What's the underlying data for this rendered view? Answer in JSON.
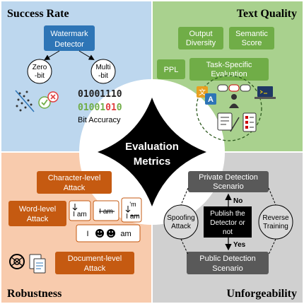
{
  "center": {
    "line1": "Evaluation",
    "line2": "Metrics"
  },
  "success_rate": {
    "title": "Success Rate",
    "detector_line1": "Watermark",
    "detector_line2": "Detector",
    "zero_bit_line1": "Zero",
    "zero_bit_line2": "-bit",
    "multi_bit_line1": "Multi",
    "multi_bit_line2": "-bit",
    "bits_row1": "01001110",
    "bits_row2": [
      "0",
      "1",
      "0",
      "0",
      "1",
      "0",
      "1",
      "0"
    ],
    "bits_row2_red": [
      5,
      6
    ],
    "bit_accuracy": "Bit Accuracy"
  },
  "text_quality": {
    "title": "Text Quality",
    "output_diversity_line1": "Output",
    "output_diversity_line2": "Diversity",
    "semantic_score_line1": "Semantic",
    "semantic_score_line2": "Score",
    "ppl": "PPL",
    "task_specific_line1": "Task-Specific",
    "task_specific_line2": "Evaluation",
    "translate_glyph_1": "文",
    "translate_glyph_2": "A"
  },
  "robustness": {
    "title": "Robustness",
    "character_level_line1": "Character-level",
    "character_level_line2": "Attack",
    "word_level_line1": "Word-level",
    "word_level_line2": "Attack",
    "document_level_line1": "Document-level",
    "document_level_line2": "Attack",
    "ex_insert_word": "I am",
    "ex_delete_word": "I am",
    "ex_sub_top": "'m",
    "ex_sub_bottom": "I am",
    "ex_emoji_left": "I",
    "ex_emoji_right": "am"
  },
  "unforgeability": {
    "title": "Unforgeability",
    "private_line1": "Private Detection",
    "private_line2": "Scenario",
    "public_line1": "Public Detection",
    "public_line2": "Scenario",
    "publish_line1": "Publish the",
    "publish_line2": "Detector or",
    "publish_line3": "not",
    "spoofing_line1": "Spoofing",
    "spoofing_line2": "Attack",
    "reverse_line1": "Reverse",
    "reverse_line2": "Training",
    "no_label": "No",
    "yes_label": "Yes"
  },
  "colors": {
    "success_bg": "#bdd7ee",
    "quality_bg": "#a9d18e",
    "robust_bg": "#f8cbad",
    "unforge_bg": "#d0d0d0",
    "blue_box": "#2e75b6",
    "green_box": "#70ad47",
    "orange_box": "#c55a11",
    "dark_box": "#595959",
    "black": "#000000"
  }
}
